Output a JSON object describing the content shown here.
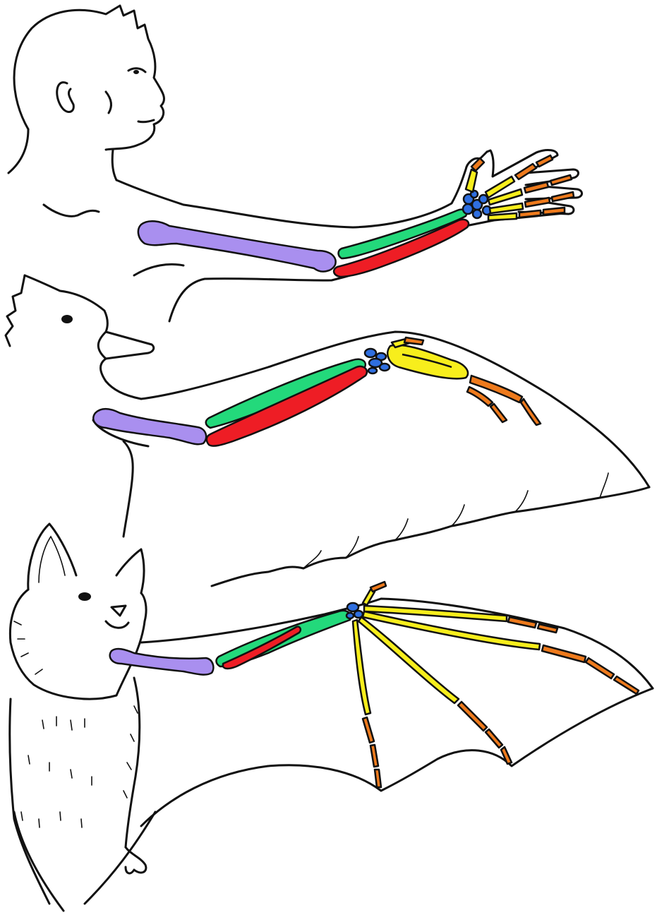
{
  "figure": {
    "panels": [
      {
        "id": "human"
      },
      {
        "id": "bird"
      },
      {
        "id": "bat"
      }
    ]
  },
  "bone_colors": {
    "humerus": "#a98fef",
    "radius": "#23d97b",
    "ulna": "#ee1d25",
    "carpals": "#2f6fe0",
    "metacarpals": "#f7ee1c",
    "phalanges": "#ee7a1c"
  }
}
